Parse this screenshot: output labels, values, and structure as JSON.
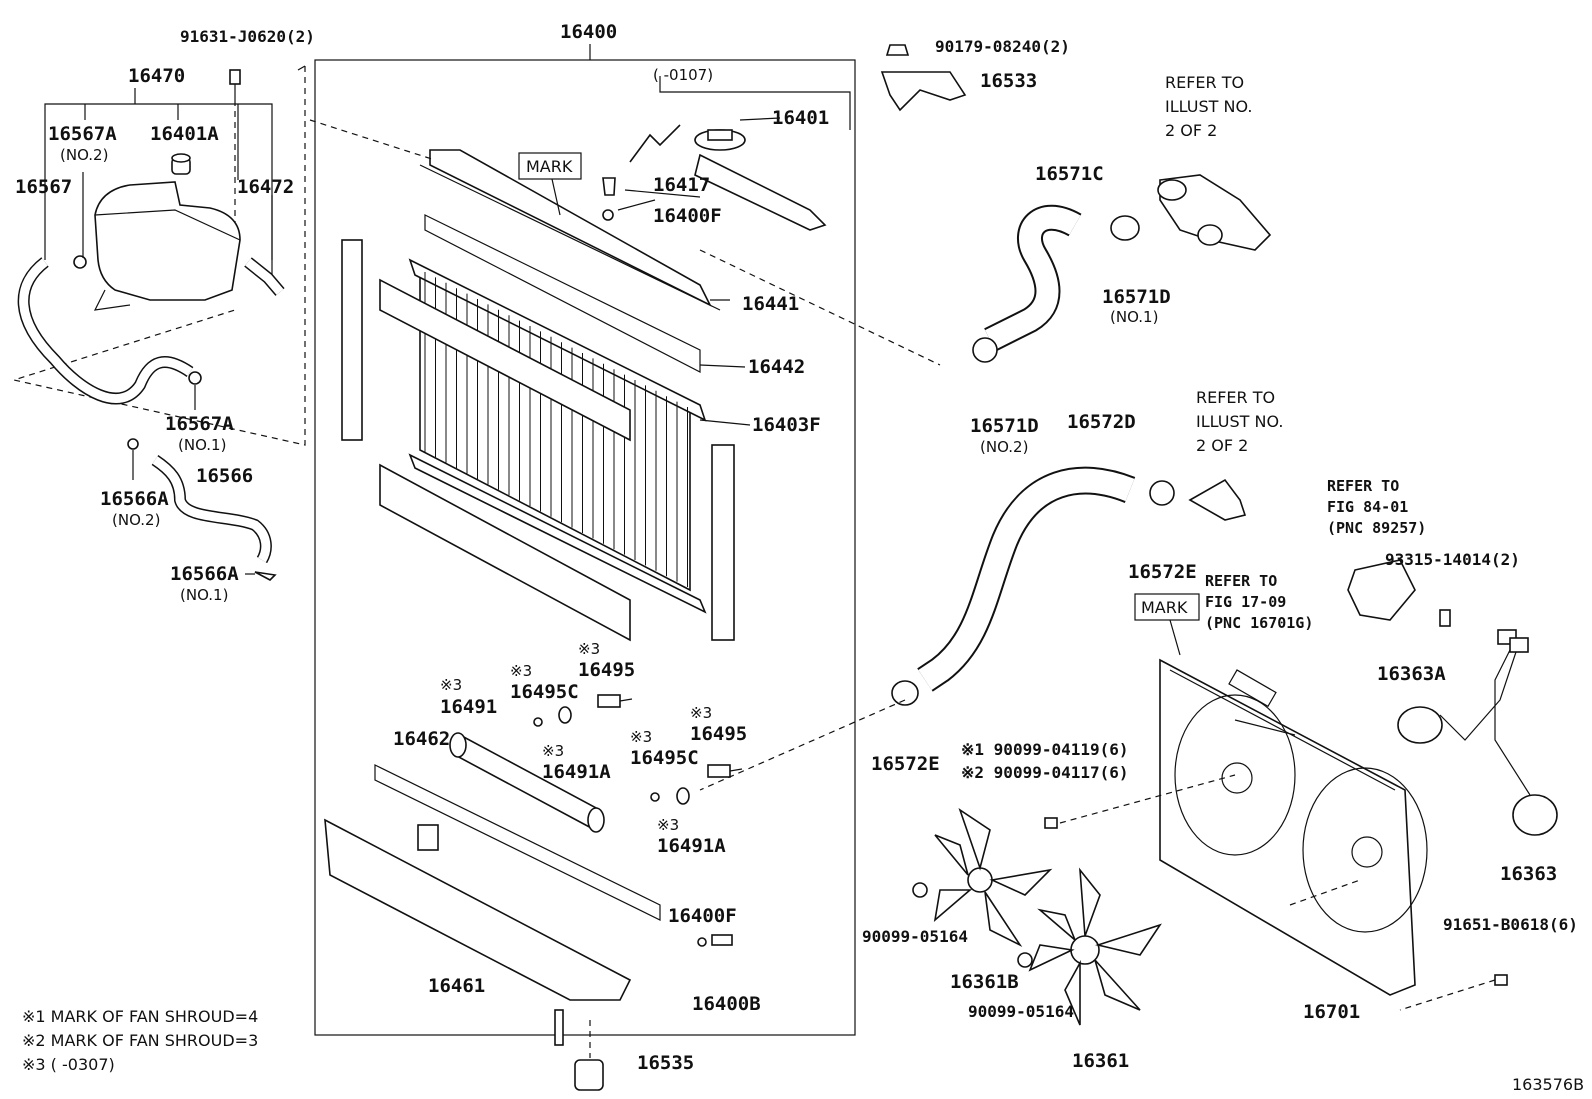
{
  "labels": {
    "p91631": "91631-J0620(2)",
    "p16470": "16470",
    "p16567A_top": "16567A",
    "p16567A_top_sub": "(NO.2)",
    "p16401A": "16401A",
    "p16567": "16567",
    "p16472": "16472",
    "p16567A_bot": "16567A",
    "p16567A_bot_sub": "(NO.1)",
    "p16566A_top": "16566A",
    "p16566A_top_sub": "(NO.2)",
    "p16566": "16566",
    "p16566A_bot": "16566A",
    "p16566A_bot_sub": "(NO.1)",
    "p16400": "16400",
    "p0107": "(    -0107)",
    "p16401": "16401",
    "mark1": "MARK",
    "p16417": "16417",
    "p16400F_top": "16400F",
    "p16441": "16441",
    "p16442": "16442",
    "p16403F": "16403F",
    "p16495_a_note": "※3",
    "p16495_a": "16495",
    "p16495C_a_note": "※3",
    "p16495C_a": "16495C",
    "p16491_note": "※3",
    "p16491": "16491",
    "p16462": "16462",
    "p16491A_a_note": "※3",
    "p16491A_a": "16491A",
    "p16495_b_note": "※3",
    "p16495_b": "16495",
    "p16495C_b_note": "※3",
    "p16495C_b": "16495C",
    "p16491A_b_note": "※3",
    "p16491A_b": "16491A",
    "p16400F_bot": "16400F",
    "p16400B": "16400B",
    "p16461": "16461",
    "p16535": "16535",
    "p90179": "90179-08240(2)",
    "p16533": "16533",
    "ref1_l1": "REFER TO",
    "ref1_l2": "ILLUST NO.",
    "ref1_l3": "2 OF 2",
    "p16571C": "16571C",
    "p16571D_a": "16571D",
    "p16571D_a_sub": "(NO.1)",
    "p16571D_b": "16571D",
    "p16571D_b_sub": "(NO.2)",
    "p16572D": "16572D",
    "ref2_l1": "REFER TO",
    "ref2_l2": "ILLUST NO.",
    "ref2_l3": "2 OF 2",
    "ref3_l1": "REFER TO",
    "ref3_l2": "FIG 84-01",
    "ref3_l3": "(PNC 89257)",
    "p93315": "93315-14014(2)",
    "p16572E_a": "16572E",
    "ref4_l1": "REFER TO",
    "ref4_l2": "FIG 17-09",
    "ref4_l3": "(PNC 16701G)",
    "mark2": "MARK",
    "p16363A": "16363A",
    "p16572E_b": "16572E",
    "p90099_04119": "※1 90099-04119(6)",
    "p90099_04117": "※2 90099-04117(6)",
    "p16363": "16363",
    "p91651": "91651-B0618(6)",
    "p90099_05164_a": "90099-05164",
    "p16361B": "16361B",
    "p90099_05164_b": "90099-05164",
    "p16701": "16701",
    "p16361": "16361",
    "note1": "※1 MARK OF FAN SHROUD=4",
    "note2": "※2 MARK OF FAN SHROUD=3",
    "note3": "※3 (      -0307)",
    "diagram_id": "163576B"
  }
}
